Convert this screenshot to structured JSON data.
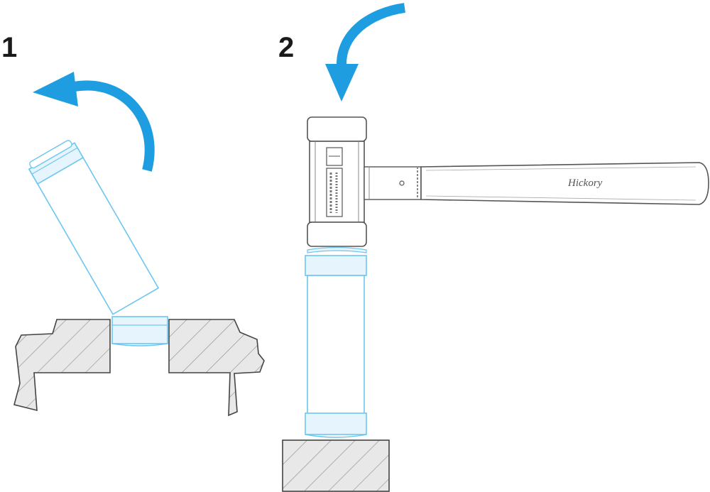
{
  "steps": [
    {
      "number": "1"
    },
    {
      "number": "2"
    }
  ],
  "hammer": {
    "handle_brand": "Hickory"
  },
  "colors": {
    "arrow": "#1e9ee0",
    "outline_blue": "#6cc6f0",
    "fill_blue": "#e6f5fd",
    "hatch": "#7a7a7a",
    "hatch_fill": "#e8e8e8",
    "gray_outline": "#555555"
  },
  "icons": {
    "step1_arrow": "rotate-ccw-arrow-icon",
    "step2_arrow": "curved-down-arrow-icon"
  }
}
